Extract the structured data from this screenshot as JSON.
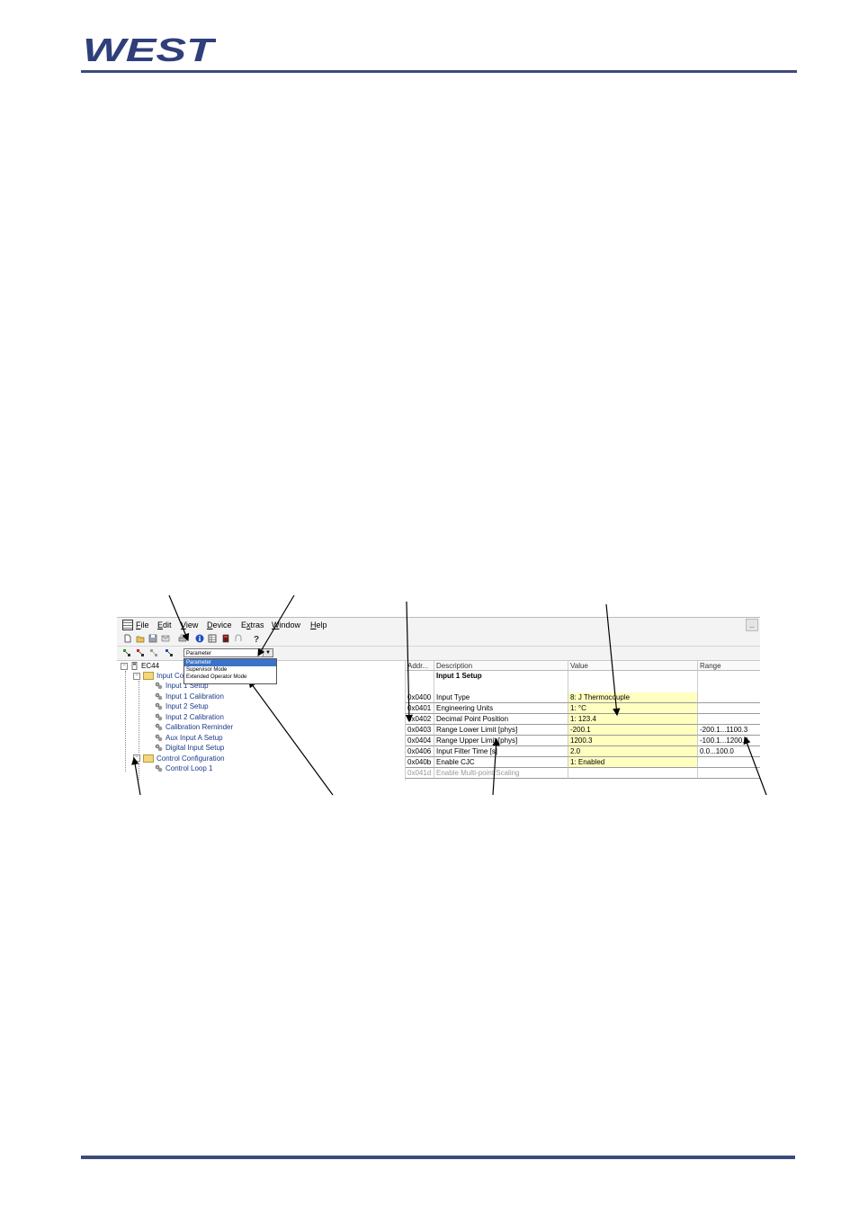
{
  "logo": {
    "text": "WEST"
  },
  "app": {
    "menu": [
      "File",
      "Edit",
      "View",
      "Device",
      "Extras",
      "Window",
      "Help"
    ],
    "menu_underline": [
      "F",
      "E",
      "V",
      "D",
      "x",
      "W",
      "H"
    ],
    "mode_selected": "Parameter",
    "mode_options": [
      "Parameter",
      "Supervisor Mode",
      "Extended Operator Mode"
    ],
    "tree": {
      "root": "EC44",
      "folder1": "Input Co",
      "items1": [
        "Input 1 Setup",
        "Input 1 Calibration",
        "Input 2 Setup",
        "Input 2 Calibration",
        "Calibration Reminder",
        "Aux Input A Setup",
        "Digital Input Setup"
      ],
      "folder2": "Control Configuration",
      "items2": [
        "Control Loop 1"
      ]
    },
    "table": {
      "headers": [
        "Addr...",
        "Description",
        "Value",
        "Range"
      ],
      "section": "Input 1 Setup",
      "rows": [
        {
          "addr": "0x0400",
          "desc": "Input Type",
          "value": "8: J Thermocouple",
          "range": ""
        },
        {
          "addr": "0x0401",
          "desc": "Engineering Units",
          "value": "1: °C",
          "range": ""
        },
        {
          "addr": "0x0402",
          "desc": "Decimal Point Position",
          "value": "1: 123.4",
          "range": ""
        },
        {
          "addr": "0x0403",
          "desc": "Range Lower Limit [phys]",
          "value": "-200.1",
          "range": "-200.1...1100.3"
        },
        {
          "addr": "0x0404",
          "desc": "Range Upper Limit [phys]",
          "value": "1200.3",
          "range": "-100.1...1200.3"
        },
        {
          "addr": "0x0406",
          "desc": "Input Filter Time [s]",
          "value": "2.0",
          "range": "0.0...100.0"
        },
        {
          "addr": "0x040b",
          "desc": "Enable CJC",
          "value": "1: Enabled",
          "range": ""
        },
        {
          "addr": "0x041d",
          "desc": "Enable Multi-point Scaling",
          "value": "",
          "range": ""
        }
      ]
    }
  }
}
